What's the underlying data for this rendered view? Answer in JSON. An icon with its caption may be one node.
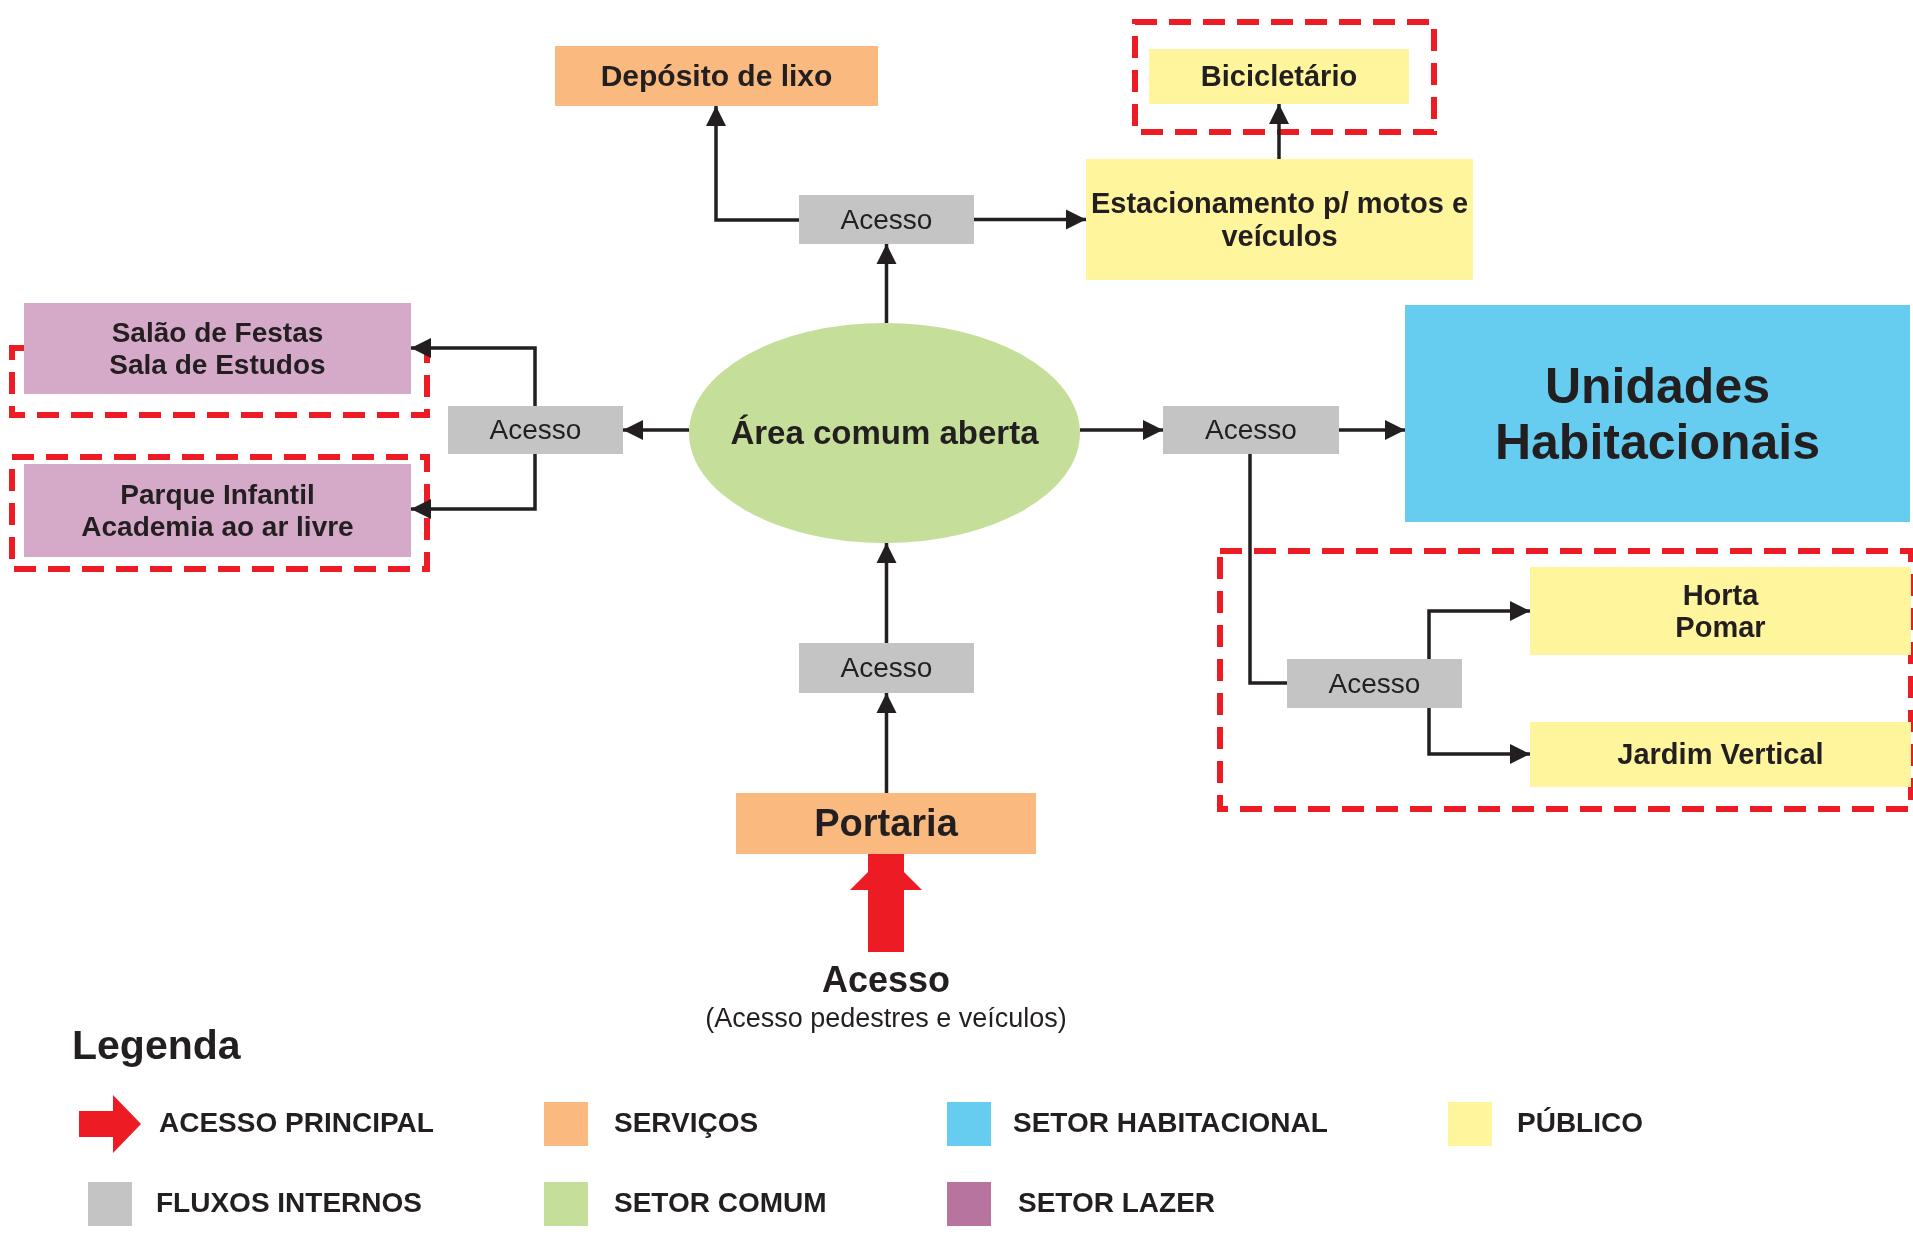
{
  "diagram": {
    "nodes": [
      {
        "text": [
          "Depósito de lixo"
        ]
      },
      {
        "text": [
          "Bicicletário"
        ]
      },
      {
        "text": [
          "Acesso"
        ]
      },
      {
        "text": [
          "Estacionamento p/ motos e veículos"
        ]
      },
      {
        "text": [
          "Salão de Festas",
          "Sala de Estudos"
        ]
      },
      {
        "text": [
          "Acesso"
        ]
      },
      {
        "text": [
          "Área comum aberta"
        ]
      },
      {
        "text": [
          "Acesso"
        ]
      },
      {
        "text": [
          "Unidades Habitacionais"
        ]
      },
      {
        "text": [
          "Parque Infantil",
          "Academia ao ar livre"
        ]
      },
      {
        "text": [
          "Acesso"
        ]
      },
      {
        "text": [
          "Acesso"
        ]
      },
      {
        "text": [
          "Horta",
          "Pomar"
        ]
      },
      {
        "text": [
          "Jardim Vertical"
        ]
      },
      {
        "text": [
          "Portaria"
        ]
      },
      {
        "text": [
          "Acesso",
          "(Acesso pedestres e veículos)"
        ]
      }
    ],
    "edges": [
      {
        "from": 6,
        "to": 2,
        "arrow": "to"
      },
      {
        "from": 2,
        "to": 0,
        "arrow": "to"
      },
      {
        "from": 2,
        "to": 3,
        "arrow": "to"
      },
      {
        "from": 3,
        "to": 1,
        "arrow": "to"
      },
      {
        "from": 6,
        "to": 5,
        "arrow": "to"
      },
      {
        "from": 5,
        "to": 4,
        "arrow": "to"
      },
      {
        "from": 5,
        "to": 9,
        "arrow": "to"
      },
      {
        "from": 6,
        "to": 7,
        "arrow": "to"
      },
      {
        "from": 7,
        "to": 8,
        "arrow": "to"
      },
      {
        "from": 7,
        "to": 11,
        "arrow": "none"
      },
      {
        "from": 11,
        "to": 12,
        "arrow": "to"
      },
      {
        "from": 11,
        "to": 13,
        "arrow": "to"
      },
      {
        "from": 10,
        "to": 6,
        "arrow": "to"
      },
      {
        "from": 14,
        "to": 10,
        "arrow": "to"
      },
      {
        "from": 15,
        "to": 14,
        "arrow": "to",
        "style": "thick",
        "color": "#ed1c24"
      }
    ],
    "labels": [
      "Legenda"
    ],
    "legend": [
      {
        "text": "ACESSO PRINCIPAL"
      },
      {
        "text": "SERVIÇOS",
        "color": "#f9b97f"
      },
      {
        "text": "SETOR HABITACIONAL",
        "color": "#66cdf1"
      },
      {
        "text": "PÚBLICO",
        "color": "#fff59d"
      },
      {
        "text": "FLUXOS INTERNOS",
        "color": "#c4c4c4"
      },
      {
        "text": "SETOR COMUM",
        "color": "#c5df9a"
      },
      {
        "text": "SETOR LAZER",
        "color": "#b6749f"
      }
    ]
  }
}
